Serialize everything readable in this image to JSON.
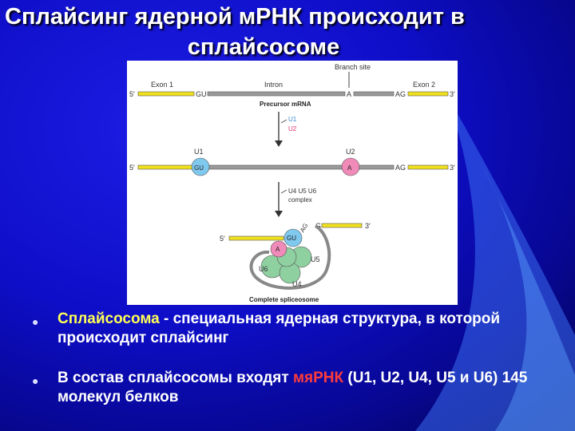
{
  "title": {
    "line1": "Сплайсинг ядерной мРНК происходит в",
    "line2": "сплайсосоме"
  },
  "figure": {
    "top": {
      "branch_site": "Branch site",
      "exon1": "Exon 1",
      "intron": "Intron",
      "exon2": "Exon 2",
      "five_prime": "5′",
      "three_prime": "3′",
      "gu": "GU",
      "a": "A",
      "ag": "AG",
      "caption": "Precursor mRNA"
    },
    "step1": {
      "u1": "U1",
      "u2": "U2"
    },
    "middle": {
      "u1": "U1",
      "u2": "U2",
      "five_prime": "5′",
      "three_prime": "3′",
      "gu": "GU",
      "a": "A",
      "ag": "AG"
    },
    "step2": {
      "line1": "U4 U5 U6",
      "line2": "complex"
    },
    "bottom": {
      "g": "G",
      "ag": "AG",
      "five_prime": "5′",
      "three_prime": "3′",
      "gu": "GU",
      "a": "A",
      "u5": "U5",
      "u6": "U6",
      "u4": "U4",
      "caption": "Complete spliceosome"
    },
    "colors": {
      "exon": "#f0e020",
      "intron": "#9a9a9a",
      "u1": "#7fc8ee",
      "u2": "#f08ab8",
      "u456": "#8ed0a0",
      "u2_label": "#e0306a",
      "u1_label": "#3a8ad0"
    }
  },
  "bullets": [
    {
      "term": "Сплайсосома",
      "rest": " - специальная ядерная структура, в которой происходит сплайсинг"
    },
    {
      "pre": "В состав сплайсосомы входят ",
      "term": "мяРНК",
      "post": " (U1, U2, U4, U5 и U6) 145 молекул белков"
    }
  ]
}
